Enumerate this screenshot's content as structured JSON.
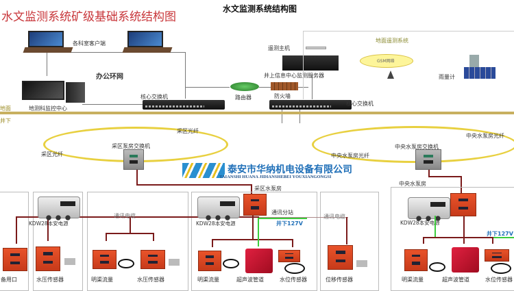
{
  "title_main": "水文监测系统结构图",
  "title_red": "水文监测系统矿级基础系统结构图",
  "surface": {
    "clients_label": "各科室客户端",
    "office_ring_label": "办公环网",
    "monitor_center_label": "地测科监控中心",
    "core_switch_left": "核心交换机",
    "router_label": "路由器",
    "firewall_label": "防火墙",
    "telemetry_host_label": "遥测主机",
    "server_label": "井上信息中心监测服务器",
    "core_switch_right": "核心交换机",
    "ground_telemetry": {
      "title": "地面遥测系统",
      "gsm_label": "GSM网络",
      "rain_gauge_label": "雨量计"
    },
    "ground_label": "地面",
    "underground_label": "井下"
  },
  "mining_area": {
    "fiber_label_top": "采区光纤",
    "fiber_label_left": "采区光纤",
    "switch_label": "采区泵房交换机",
    "pump_room_label": "采区水泵房"
  },
  "central": {
    "fiber_label_right": "中央水泵房光纤",
    "fiber_label_left": "中央水泵房光纤",
    "switch_label": "中央水泵房交换机",
    "pump_room_label": "中央水泵房"
  },
  "company": {
    "name": "泰安市华纳机电设备有限公司",
    "pinyin": "TAIANSHI HUANA JIDIANSHEBEI YOUXIANGONGSI",
    "logo_color": "#2a8fd0"
  },
  "bottom": {
    "spare_port": "备用口",
    "psu_1": "KDW28本安电源",
    "water_pressure_1": "水压传感器",
    "comm_cable_1": "通讯电缆",
    "open_channel_flow_1": "明渠流量",
    "water_pressure_2": "水压传感器",
    "psu_2": "KDW28本安电源",
    "comm_substation": "通讯分站",
    "voltage_1": "井下127V",
    "open_channel_flow_2": "明渠流量",
    "ultrasonic_pipe_1": "超声波管道",
    "water_level_1": "水位传感器",
    "comm_cable_2": "通讯电缆",
    "displacement": "位移传感器",
    "psu_3": "KDW28本安电源",
    "voltage_2": "井下127V",
    "open_channel_flow_3": "明渠流量",
    "ultrasonic_pipe_2": "超声波管道",
    "water_level_2": "水位传感器"
  }
}
